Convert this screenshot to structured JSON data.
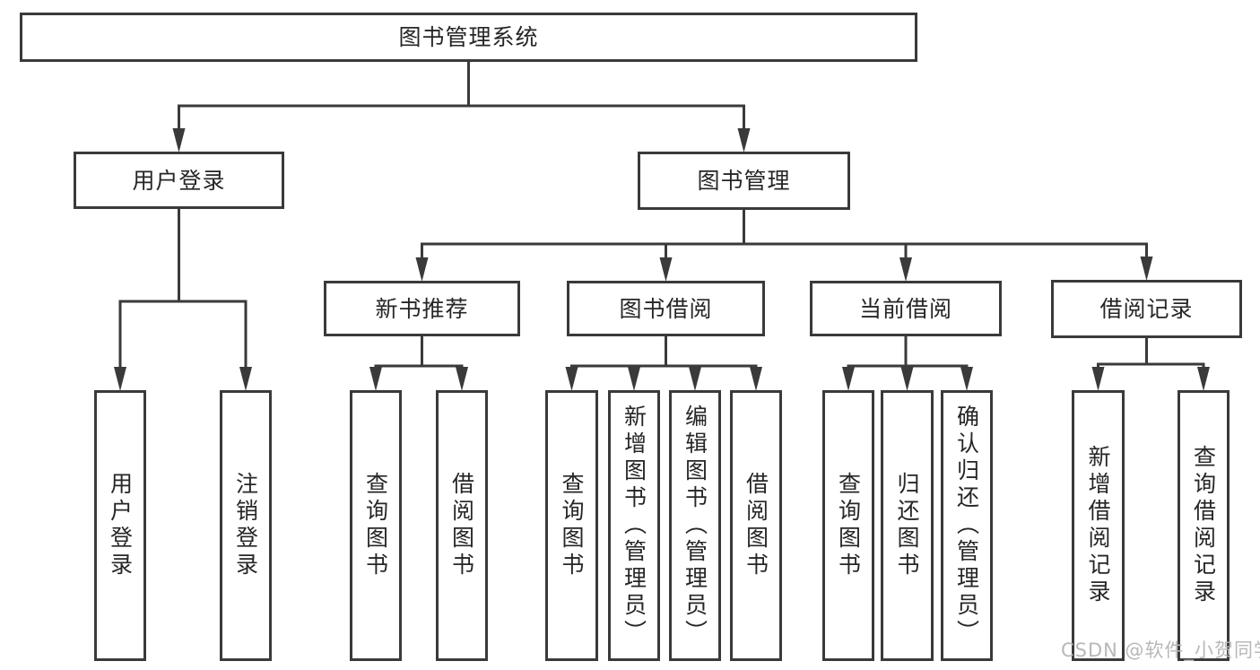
{
  "nodes": [
    {
      "id": "root",
      "label": "图书管理系统"
    },
    {
      "id": "user-login",
      "label": "用户登录"
    },
    {
      "id": "book-mgmt",
      "label": "图书管理"
    },
    {
      "id": "new-book-rec",
      "label": "新书推荐"
    },
    {
      "id": "book-borrow",
      "label": "图书借阅"
    },
    {
      "id": "current-borrow",
      "label": "当前借阅"
    },
    {
      "id": "borrow-records",
      "label": "借阅记录"
    },
    {
      "id": "v-user-login",
      "label": "用户登录"
    },
    {
      "id": "v-logout",
      "label": "注销登录"
    },
    {
      "id": "v-query-book-1",
      "label": "查询图书"
    },
    {
      "id": "v-borrow-book-1",
      "label": "借阅图书"
    },
    {
      "id": "v-query-book-2",
      "label": "查询图书"
    },
    {
      "id": "v-add-book",
      "label": "新增图书（管理员）"
    },
    {
      "id": "v-edit-book",
      "label": "编辑图书（管理员）"
    },
    {
      "id": "v-borrow-book-2",
      "label": "借阅图书"
    },
    {
      "id": "v-query-book-3",
      "label": "查询图书"
    },
    {
      "id": "v-return-book",
      "label": "归还图书"
    },
    {
      "id": "v-confirm-return",
      "label": "确认归还（管理员）"
    },
    {
      "id": "v-add-borrow-record",
      "label": "新增借阅记录"
    },
    {
      "id": "v-query-borrow-record",
      "label": "查询借阅记录"
    }
  ],
  "edges": [
    {
      "from": "root",
      "to": [
        "user-login",
        "book-mgmt"
      ]
    },
    {
      "from": "user-login",
      "to": [
        "v-user-login",
        "v-logout"
      ]
    },
    {
      "from": "book-mgmt",
      "to": [
        "new-book-rec",
        "book-borrow",
        "current-borrow",
        "borrow-records"
      ]
    },
    {
      "from": "new-book-rec",
      "to": [
        "v-query-book-1",
        "v-borrow-book-1"
      ]
    },
    {
      "from": "book-borrow",
      "to": [
        "v-query-book-2",
        "v-add-book",
        "v-edit-book",
        "v-borrow-book-2"
      ]
    },
    {
      "from": "current-borrow",
      "to": [
        "v-query-book-3",
        "v-return-book",
        "v-confirm-return"
      ]
    },
    {
      "from": "borrow-records",
      "to": [
        "v-add-borrow-record",
        "v-query-borrow-record"
      ]
    }
  ],
  "colors": {
    "line": "#3a3a3a",
    "text": "#262626",
    "watermark": "#b8b8b8"
  },
  "watermark": {
    "text": "CSDN @软件_小贺同学"
  }
}
